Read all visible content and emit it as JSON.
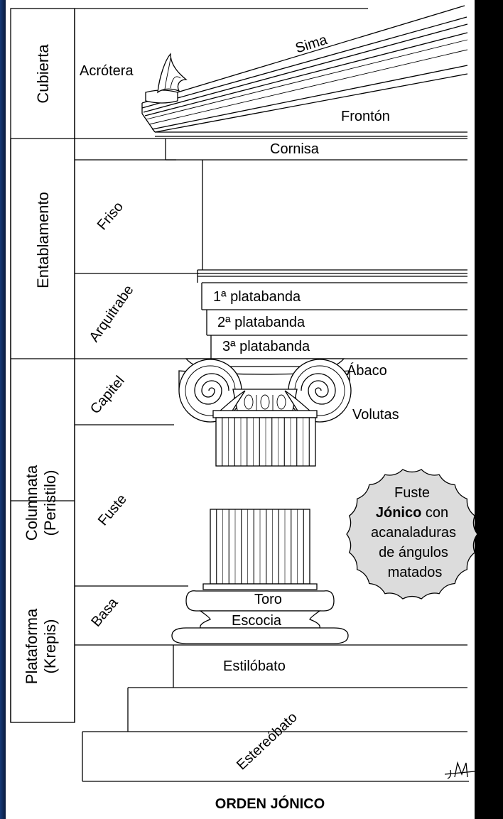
{
  "colors": {
    "background": "#000000",
    "panel": "#ffffff",
    "ink": "#000000",
    "badge": "#dcdcdc"
  },
  "title": "ORDEN JÓNICO",
  "sections": {
    "cubierta": "Cubierta",
    "entablamento": "Entablamento",
    "columnata_line1": "Columnata",
    "columnata_line2": "(Peristilo)",
    "plataforma_line1": "Plataforma",
    "plataforma_line2": "(Krepis)"
  },
  "subsections": {
    "friso": "Friso",
    "arquitrabe": "Arquitrabe",
    "capitel": "Capitel",
    "fuste": "Fuste",
    "basa": "Basa"
  },
  "parts": {
    "sima": "Sima",
    "acrotera": "Acrótera",
    "fronton": "Frontón",
    "cornisa": "Cornisa",
    "platabanda1": "1ª platabanda",
    "platabanda2": "2ª platabanda",
    "platabanda3": "3ª platabanda",
    "abaco": "Ábaco",
    "volutas": "Volutas",
    "toro": "Toro",
    "escocia": "Escocia",
    "estilobato": "Estilóbato",
    "estereobato": "Estereóbato"
  },
  "badge": {
    "line1": "Fuste",
    "line2_bold": "Jónico",
    "line2_rest": " con",
    "line3": "acanaladuras",
    "line4": "de ángulos",
    "line5": "matados"
  },
  "signature": "JM"
}
